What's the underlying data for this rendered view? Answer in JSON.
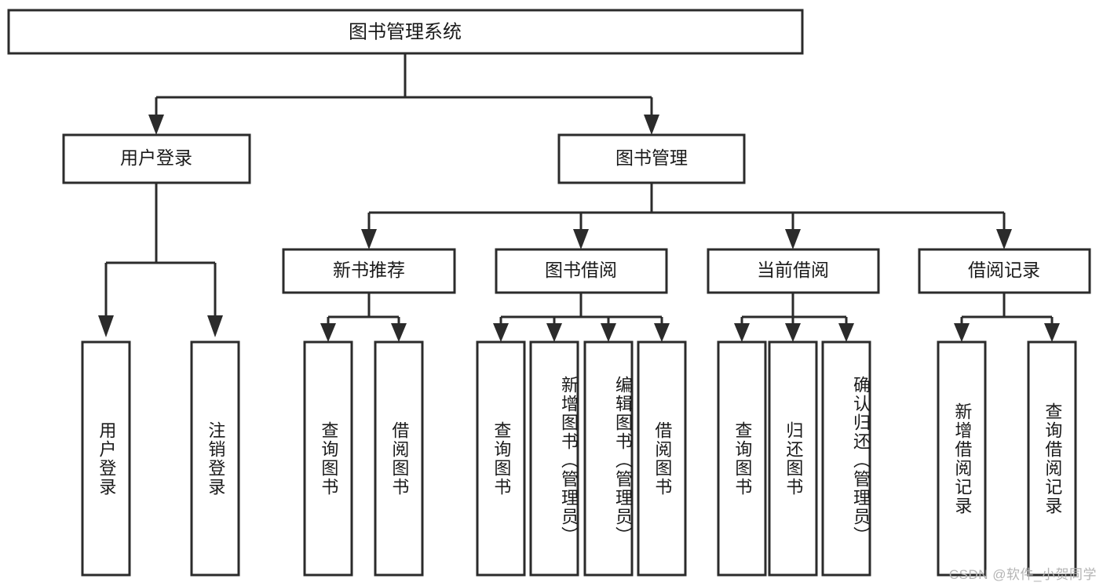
{
  "diagram": {
    "type": "tree-hierarchy-chart",
    "title": "图书管理系统",
    "orientation": "top-down",
    "line_color": "#2b2b2b",
    "box_fill": "#ffffff",
    "text_color": "#1a1a1a"
  },
  "root": {
    "label": "图书管理系统"
  },
  "level2": [
    {
      "label": "用户登录"
    },
    {
      "label": "图书管理"
    }
  ],
  "level3": [
    {
      "label": "新书推荐"
    },
    {
      "label": "图书借阅"
    },
    {
      "label": "当前借阅"
    },
    {
      "label": "借阅记录"
    }
  ],
  "leaves": {
    "user_login": [
      {
        "label": "用户登录"
      },
      {
        "label": "注销登录"
      }
    ],
    "new_book_recommend": [
      {
        "label": "查询图书"
      },
      {
        "label": "借阅图书"
      }
    ],
    "book_borrow": [
      {
        "label": "查询图书"
      },
      {
        "label": "新增图书（管理员）"
      },
      {
        "label": "编辑图书（管理员）"
      },
      {
        "label": "借阅图书"
      }
    ],
    "current_borrow": [
      {
        "label": "查询图书"
      },
      {
        "label": "归还图书"
      },
      {
        "label": "确认归还（管理员）"
      }
    ],
    "borrow_records": [
      {
        "label": "新增借阅记录"
      },
      {
        "label": "查询借阅记录"
      }
    ]
  },
  "watermark": {
    "text": "CSDN @软件_小贺同学"
  }
}
